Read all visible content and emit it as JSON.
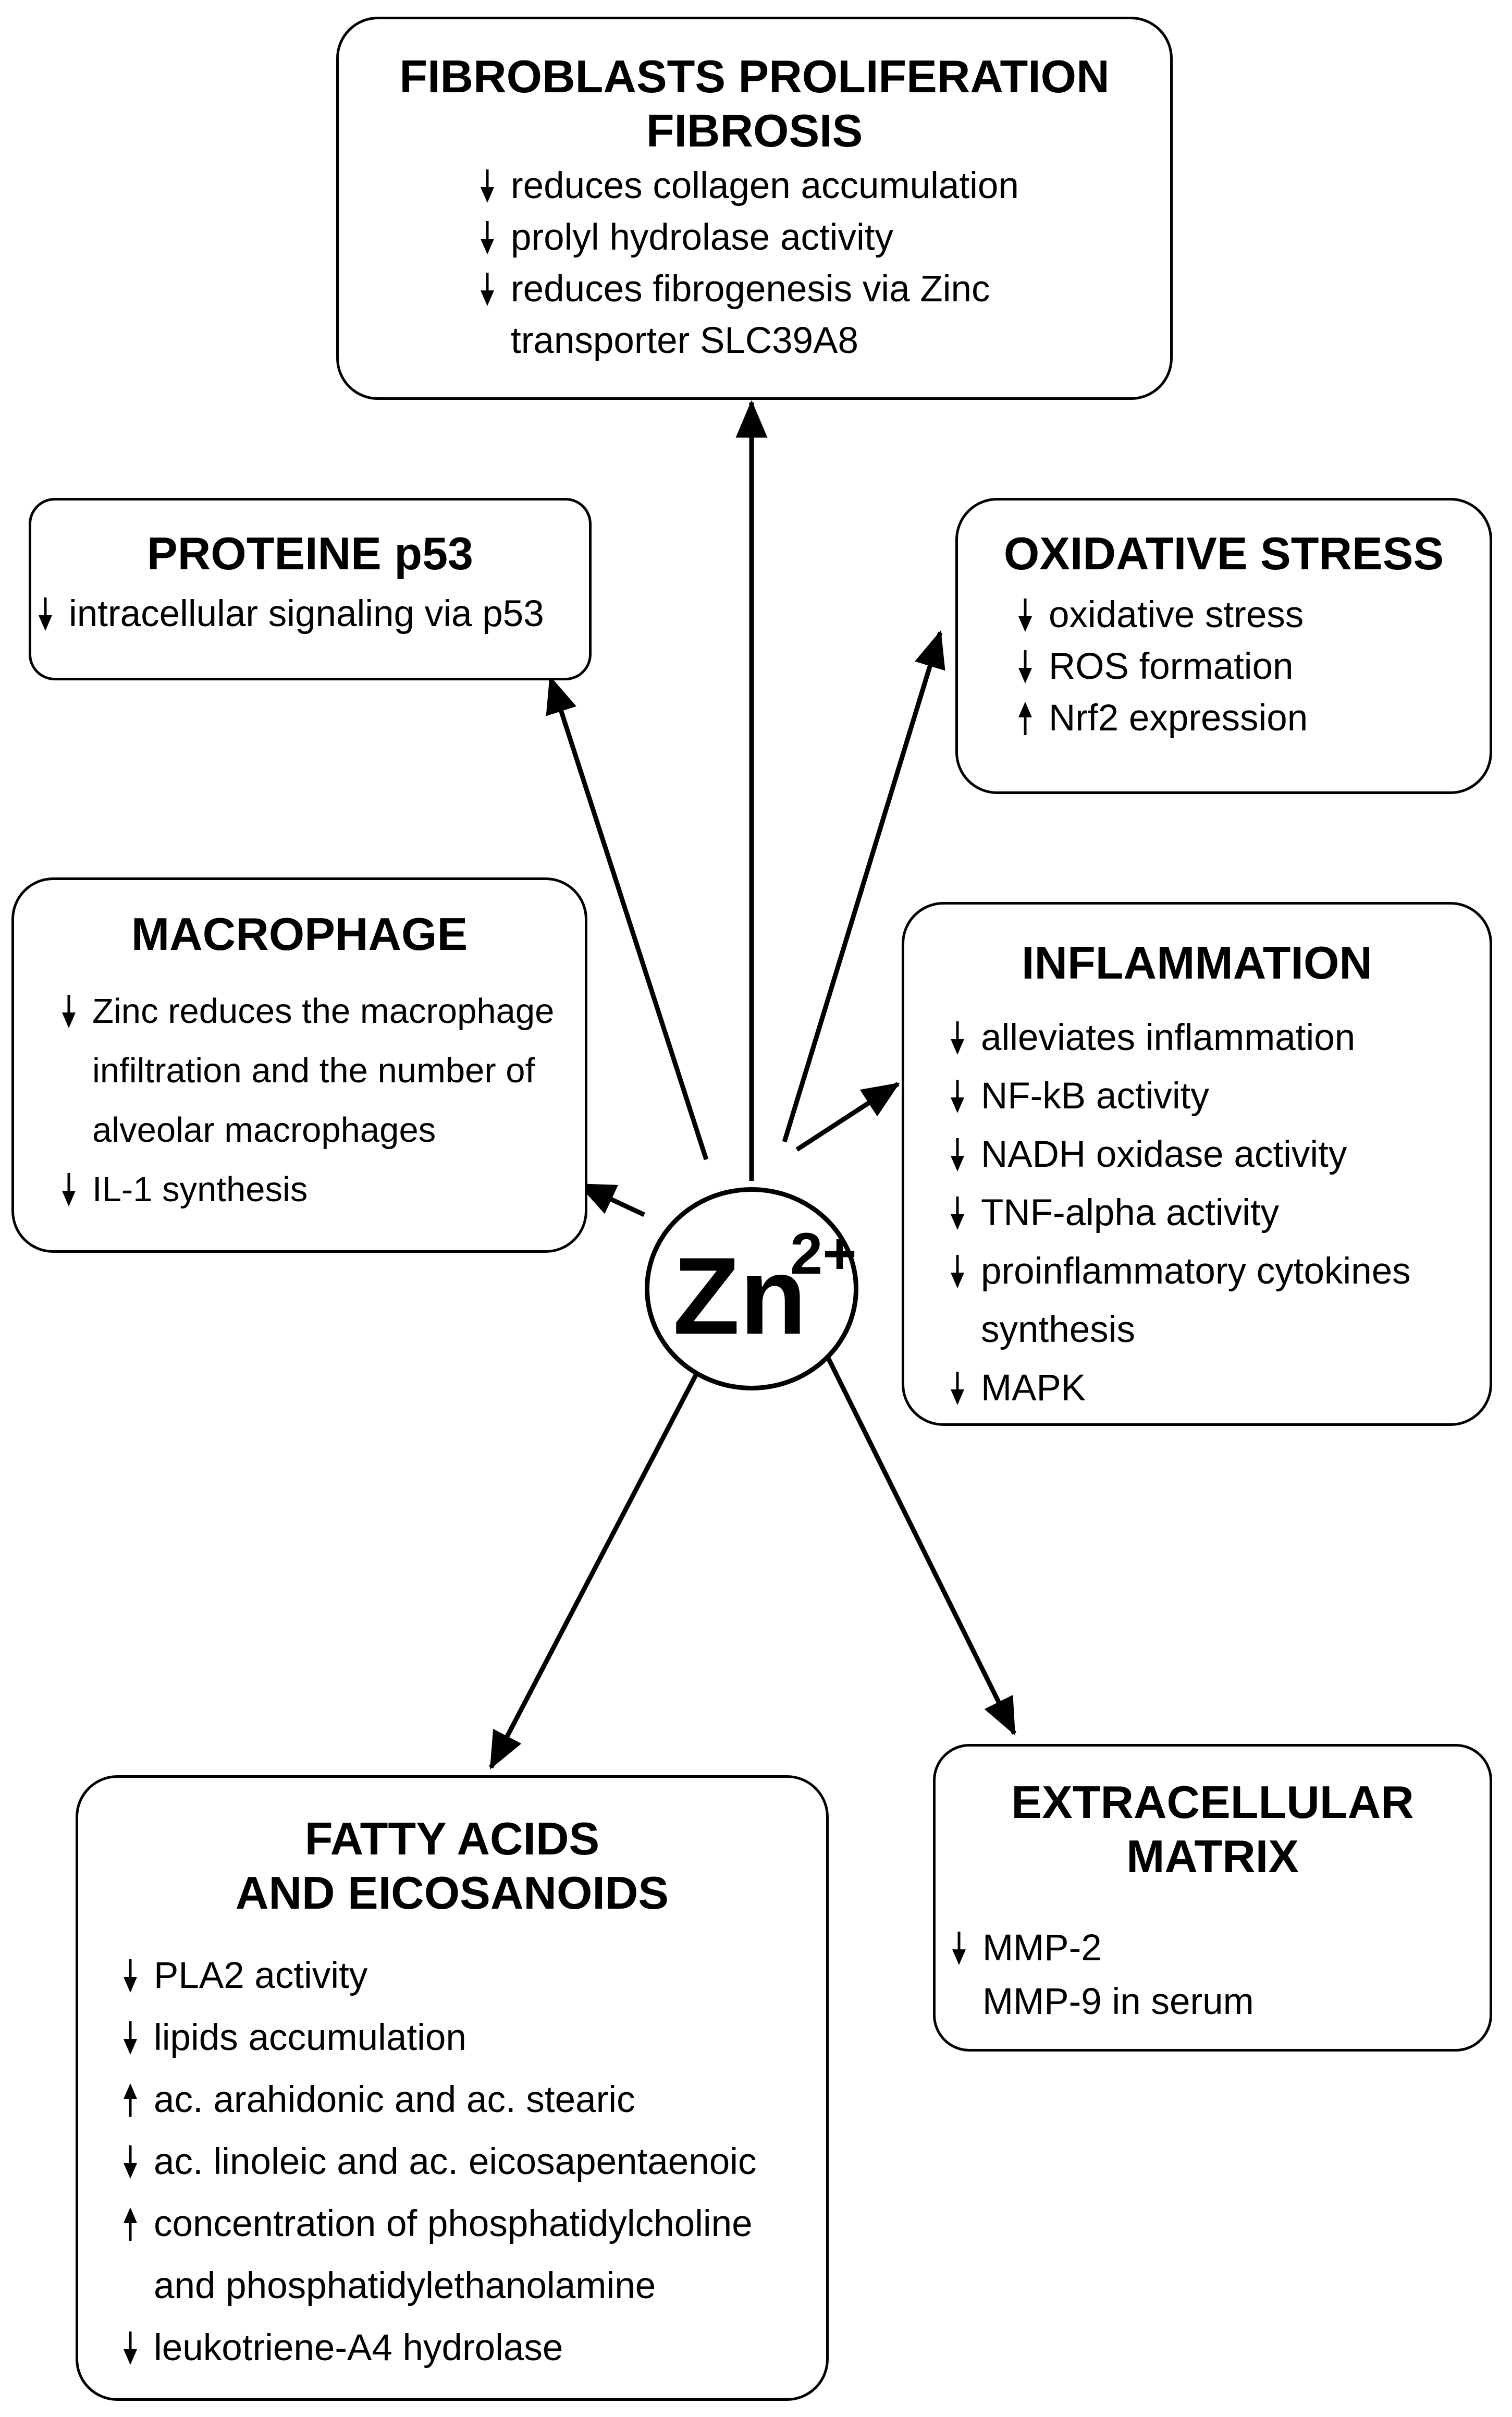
{
  "center": {
    "base": "Zn",
    "superscript": "2+"
  },
  "boxes": {
    "fibroblasts": {
      "title_lines": [
        "FIBROBLASTS PROLIFERATION",
        "FIBROSIS"
      ],
      "items": [
        {
          "arrow": "down",
          "lines": [
            "reduces collagen accumulation"
          ]
        },
        {
          "arrow": "down",
          "lines": [
            "prolyl hydrolase activity"
          ]
        },
        {
          "arrow": "down",
          "lines": [
            "reduces fibrogenesis via Zinc",
            "transporter SLC39A8"
          ]
        }
      ]
    },
    "p53": {
      "title_lines": [
        "PROTEINE p53"
      ],
      "items": [
        {
          "arrow": "down",
          "lines": [
            "intracellular signaling via p53"
          ]
        }
      ]
    },
    "oxidative": {
      "title_lines": [
        "OXIDATIVE STRESS"
      ],
      "items": [
        {
          "arrow": "down",
          "lines": [
            "oxidative stress"
          ]
        },
        {
          "arrow": "down",
          "lines": [
            "ROS formation"
          ]
        },
        {
          "arrow": "up",
          "lines": [
            "Nrf2 expression"
          ]
        }
      ]
    },
    "macrophage": {
      "title_lines": [
        "MACROPHAGE"
      ],
      "items": [
        {
          "arrow": "down",
          "lines": [
            "Zinc reduces the macrophage",
            "infiltration and the number of",
            "alveolar macrophages"
          ]
        },
        {
          "arrow": "down",
          "lines": [
            "IL-1 synthesis"
          ]
        }
      ]
    },
    "inflammation": {
      "title_lines": [
        "INFLAMMATION"
      ],
      "items": [
        {
          "arrow": "down",
          "lines": [
            "alleviates inflammation"
          ]
        },
        {
          "arrow": "down",
          "lines": [
            "NF-kB activity"
          ]
        },
        {
          "arrow": "down",
          "lines": [
            "NADH oxidase activity"
          ]
        },
        {
          "arrow": "down",
          "lines": [
            "TNF-alpha activity"
          ]
        },
        {
          "arrow": "down",
          "lines": [
            "proinflammatory cytokines",
            "synthesis"
          ]
        },
        {
          "arrow": "down",
          "lines": [
            "MAPK"
          ]
        }
      ]
    },
    "fatty": {
      "title_lines": [
        "FATTY ACIDS",
        "AND EICOSANOIDS"
      ],
      "items": [
        {
          "arrow": "down",
          "lines": [
            "PLA2 activity"
          ]
        },
        {
          "arrow": "down",
          "lines": [
            "lipids accumulation"
          ]
        },
        {
          "arrow": "up",
          "lines": [
            "ac. arahidonic and ac. stearic"
          ]
        },
        {
          "arrow": "down",
          "lines": [
            "ac. linoleic and ac. eicosapentaenoic"
          ]
        },
        {
          "arrow": "up",
          "lines": [
            "concentration of phosphatidylcholine",
            "and phosphatidylethanolamine"
          ]
        },
        {
          "arrow": "down",
          "lines": [
            "leukotriene-A4 hydrolase"
          ]
        }
      ]
    },
    "ecm": {
      "title_lines": [
        "EXTRACELLULAR",
        "MATRIX"
      ],
      "items": [
        {
          "arrow": "down",
          "lines": [
            "MMP-2",
            "MMP-9 in serum"
          ]
        }
      ]
    }
  }
}
